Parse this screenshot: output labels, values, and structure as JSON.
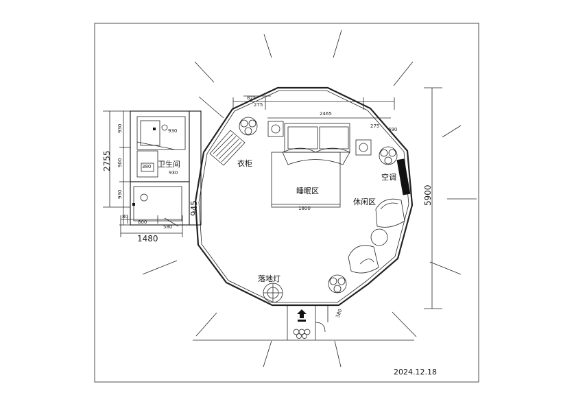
{
  "rooms": {
    "bathroom": "卫生间",
    "wardrobe": "衣柜",
    "sleeping_area": "睡眠区",
    "lounge_area": "休闲区",
    "air_conditioner": "空调",
    "floor_lamp": "落地灯"
  },
  "dimensions": {
    "overall_height": "5900",
    "bathroom_total_height": "2755",
    "bathroom_width": "1480",
    "bed_width": "1800",
    "top_span": "2465",
    "top_left": "275",
    "top_right": "275",
    "top_far_right": "690",
    "top_far_left": "825",
    "bath_segment_upper": "930",
    "bath_segment_mid": "900",
    "bath_segment_lower": "930",
    "bath_left_offset": "80",
    "bath_inner_width": "800",
    "bath_right_width": "580",
    "bath_label_930_a": "930",
    "bath_label_930_b": "930",
    "bath_label_380": "380",
    "vertical_945": "945",
    "door_width": "380"
  },
  "date": "2024.12.18"
}
